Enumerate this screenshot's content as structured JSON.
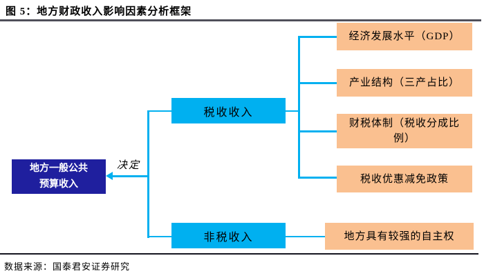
{
  "figure": {
    "title": "图 5：地方财政收入影响因素分析框架",
    "source": "数据来源：国泰君安证券研究"
  },
  "colors": {
    "accent-cyan": "#00B0F0",
    "navy": "#1F1F9E",
    "peach": "#FAC090",
    "title-rule": "#50505a",
    "bottom-rule": "#15151f"
  },
  "diagram": {
    "root_label": "地方一般公共\n预算收入",
    "edge_label": "决定",
    "tax_branch_label": "税收收入",
    "nontax_branch_label": "非税收入",
    "tax_factors": [
      "经济发展水平（GDP）",
      "产业结构（三产占比）",
      "财税体制（税收分成比\n例）",
      "税收优惠减免政策"
    ],
    "nontax_factors": [
      "地方具有较强的自主权"
    ]
  }
}
